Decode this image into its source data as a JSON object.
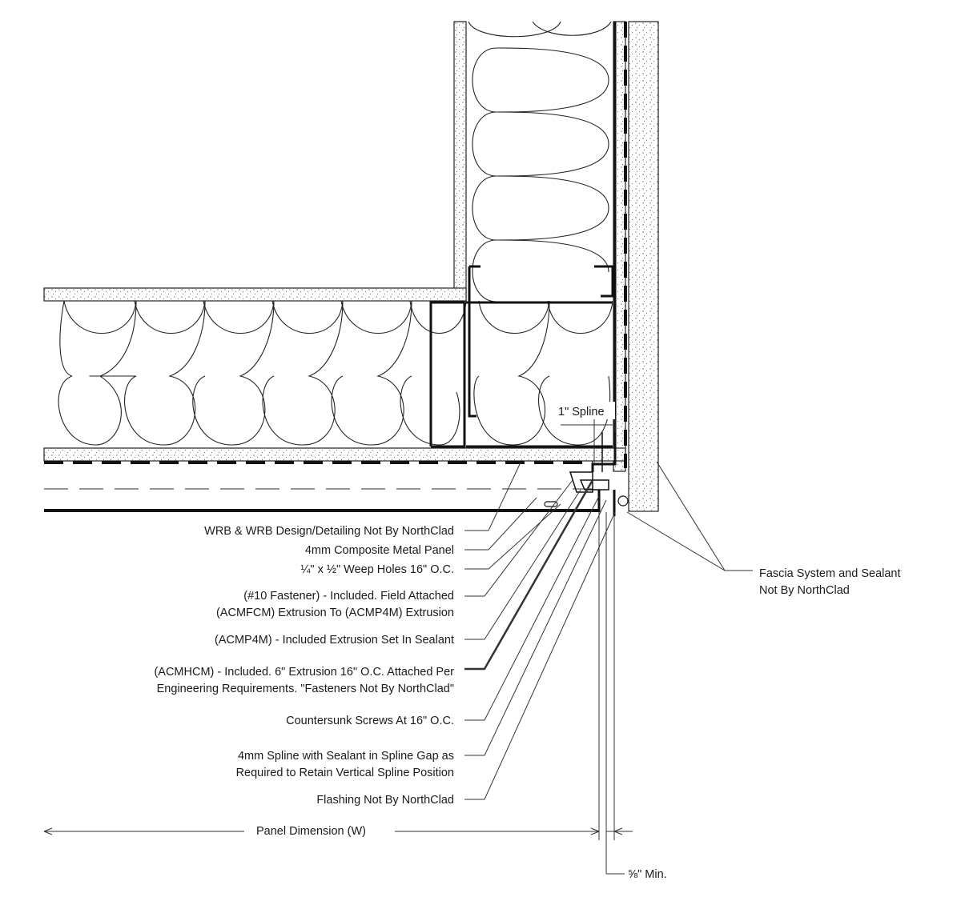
{
  "callouts": [
    "WRB & WRB Design/Detailing Not By NorthClad",
    "4mm Composite Metal Panel",
    "¼\" x ½\" Weep Holes 16\" O.C.",
    "(#10 Fastener) - Included. Field Attached",
    "(ACMFCM) Extrusion To (ACMP4M) Extrusion",
    "(ACMP4M) - Included Extrusion Set In Sealant",
    "(ACMHCM) - Included. 6\" Extrusion 16\" O.C. Attached Per",
    "Engineering Requirements. \"Fasteners Not By NorthClad\"",
    "Countersunk Screws At 16\" O.C.",
    "4mm Spline with Sealant in Spline Gap as",
    "Required to Retain Vertical Spline Position",
    "Flashing Not By NorthClad"
  ],
  "right_callout": [
    "Fascia System and Sealant",
    "Not By NorthClad"
  ],
  "dimensions": {
    "spline": "1\" Spline",
    "panel": "Panel Dimension (W)",
    "min_gap": "⅝\" Min."
  }
}
